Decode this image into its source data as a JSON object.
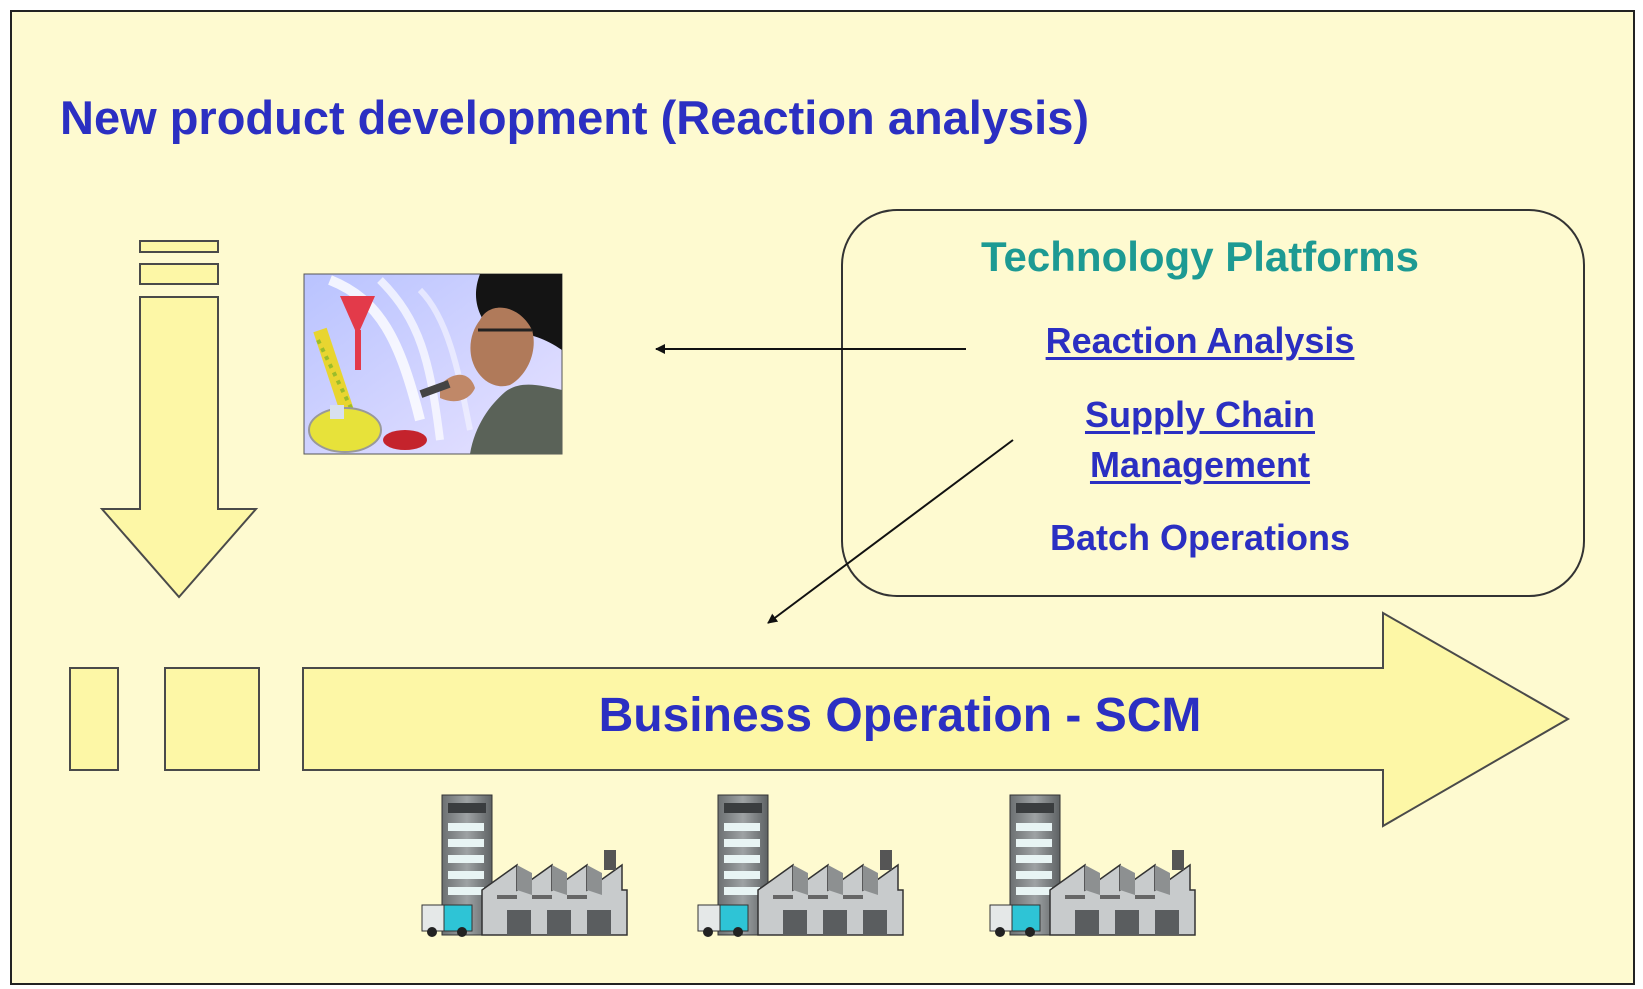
{
  "slide": {
    "title": "New product development (Reaction analysis)"
  },
  "platforms": {
    "title": "Technology Platforms",
    "reaction_analysis": "Reaction Analysis",
    "supply_chain_line1": "Supply Chain",
    "supply_chain_line2": "Management",
    "batch_operations": "Batch Operations"
  },
  "business_operation": {
    "label": "Business Operation - SCM"
  },
  "colors": {
    "background": "#fefad0",
    "arrow_fill": "#fdf7a6",
    "title_blue": "#2b2fc2",
    "teal": "#1d9a93"
  },
  "icons": [
    "lab-photo-icon",
    "factory-icon",
    "factory-icon",
    "factory-icon"
  ]
}
